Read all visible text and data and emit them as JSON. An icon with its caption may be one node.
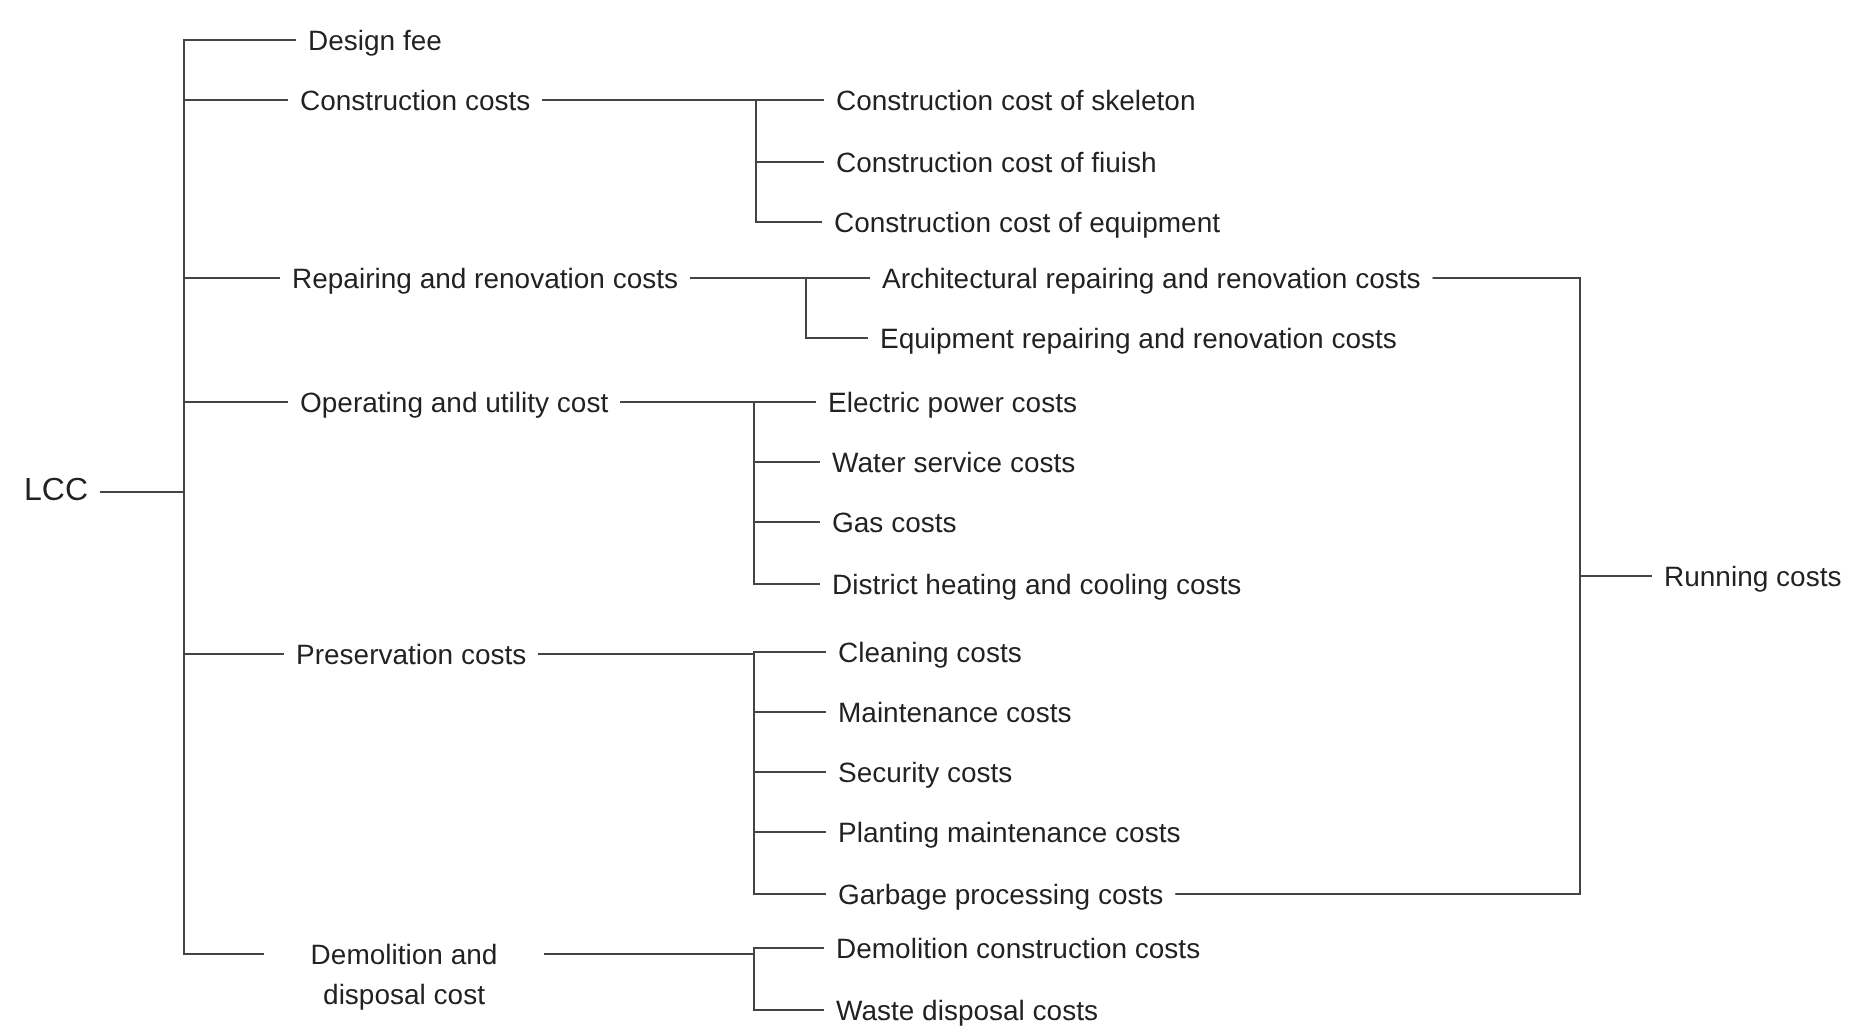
{
  "diagram": {
    "nodes": [
      {
        "text": [
          "LCC"
        ]
      },
      {
        "text": [
          "Design fee"
        ]
      },
      {
        "text": [
          "Construction costs"
        ]
      },
      {
        "text": [
          "Construction cost of skeleton"
        ]
      },
      {
        "text": [
          "Construction cost of fiuish"
        ]
      },
      {
        "text": [
          "Construction cost of equipment"
        ]
      },
      {
        "text": [
          "Repairing and renovation costs"
        ]
      },
      {
        "text": [
          "Architectural repairing and renovation costs"
        ]
      },
      {
        "text": [
          "Equipment repairing and renovation costs"
        ]
      },
      {
        "text": [
          "Operating and utility cost"
        ]
      },
      {
        "text": [
          "Electric power costs"
        ]
      },
      {
        "text": [
          "Water service costs"
        ]
      },
      {
        "text": [
          "Gas costs"
        ]
      },
      {
        "text": [
          "District heating and cooling costs"
        ]
      },
      {
        "text": [
          "Preservation costs"
        ]
      },
      {
        "text": [
          "Cleaning costs"
        ]
      },
      {
        "text": [
          "Maintenance costs"
        ]
      },
      {
        "text": [
          "Security costs"
        ]
      },
      {
        "text": [
          "Planting maintenance costs"
        ]
      },
      {
        "text": [
          "Garbage processing costs"
        ]
      },
      {
        "text": [
          "Demolition and disposal cost"
        ]
      },
      {
        "text": [
          "Demolition construction costs"
        ]
      },
      {
        "text": [
          "Waste disposal costs"
        ]
      },
      {
        "text": [
          "Running costs"
        ]
      }
    ],
    "edges": [
      {
        "from": 0,
        "to": 1,
        "arrow": "none"
      },
      {
        "from": 0,
        "to": 2,
        "arrow": "none"
      },
      {
        "from": 0,
        "to": 6,
        "arrow": "none"
      },
      {
        "from": 0,
        "to": 9,
        "arrow": "none"
      },
      {
        "from": 0,
        "to": 14,
        "arrow": "none"
      },
      {
        "from": 0,
        "to": 20,
        "arrow": "none"
      },
      {
        "from": 2,
        "to": 3,
        "arrow": "none"
      },
      {
        "from": 2,
        "to": 4,
        "arrow": "none"
      },
      {
        "from": 2,
        "to": 5,
        "arrow": "none"
      },
      {
        "from": 6,
        "to": 7,
        "arrow": "none"
      },
      {
        "from": 6,
        "to": 8,
        "arrow": "none"
      },
      {
        "from": 9,
        "to": 10,
        "arrow": "none"
      },
      {
        "from": 9,
        "to": 11,
        "arrow": "none"
      },
      {
        "from": 9,
        "to": 12,
        "arrow": "none"
      },
      {
        "from": 9,
        "to": 13,
        "arrow": "none"
      },
      {
        "from": 14,
        "to": 15,
        "arrow": "none"
      },
      {
        "from": 14,
        "to": 16,
        "arrow": "none"
      },
      {
        "from": 14,
        "to": 17,
        "arrow": "none"
      },
      {
        "from": 14,
        "to": 18,
        "arrow": "none"
      },
      {
        "from": 14,
        "to": 19,
        "arrow": "none"
      },
      {
        "from": 20,
        "to": 21,
        "arrow": "none"
      },
      {
        "from": 20,
        "to": 22,
        "arrow": "none"
      },
      {
        "from": 7,
        "to": 23,
        "arrow": "none"
      },
      {
        "from": 19,
        "to": 23,
        "arrow": "none"
      }
    ]
  }
}
